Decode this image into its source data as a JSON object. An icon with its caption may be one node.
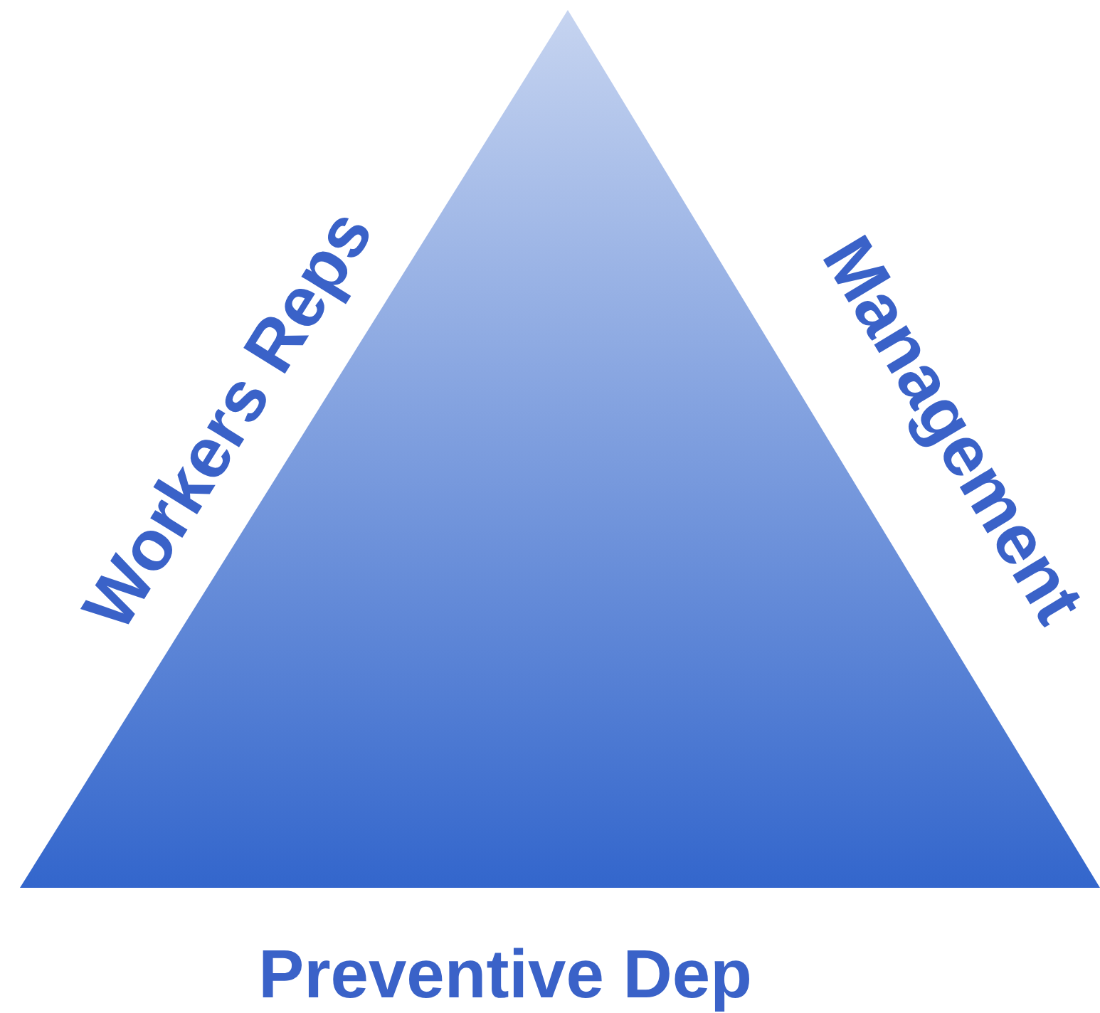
{
  "diagram": {
    "labels": [
      "Workers Reps",
      "Management",
      "Preventive Dep"
    ]
  }
}
